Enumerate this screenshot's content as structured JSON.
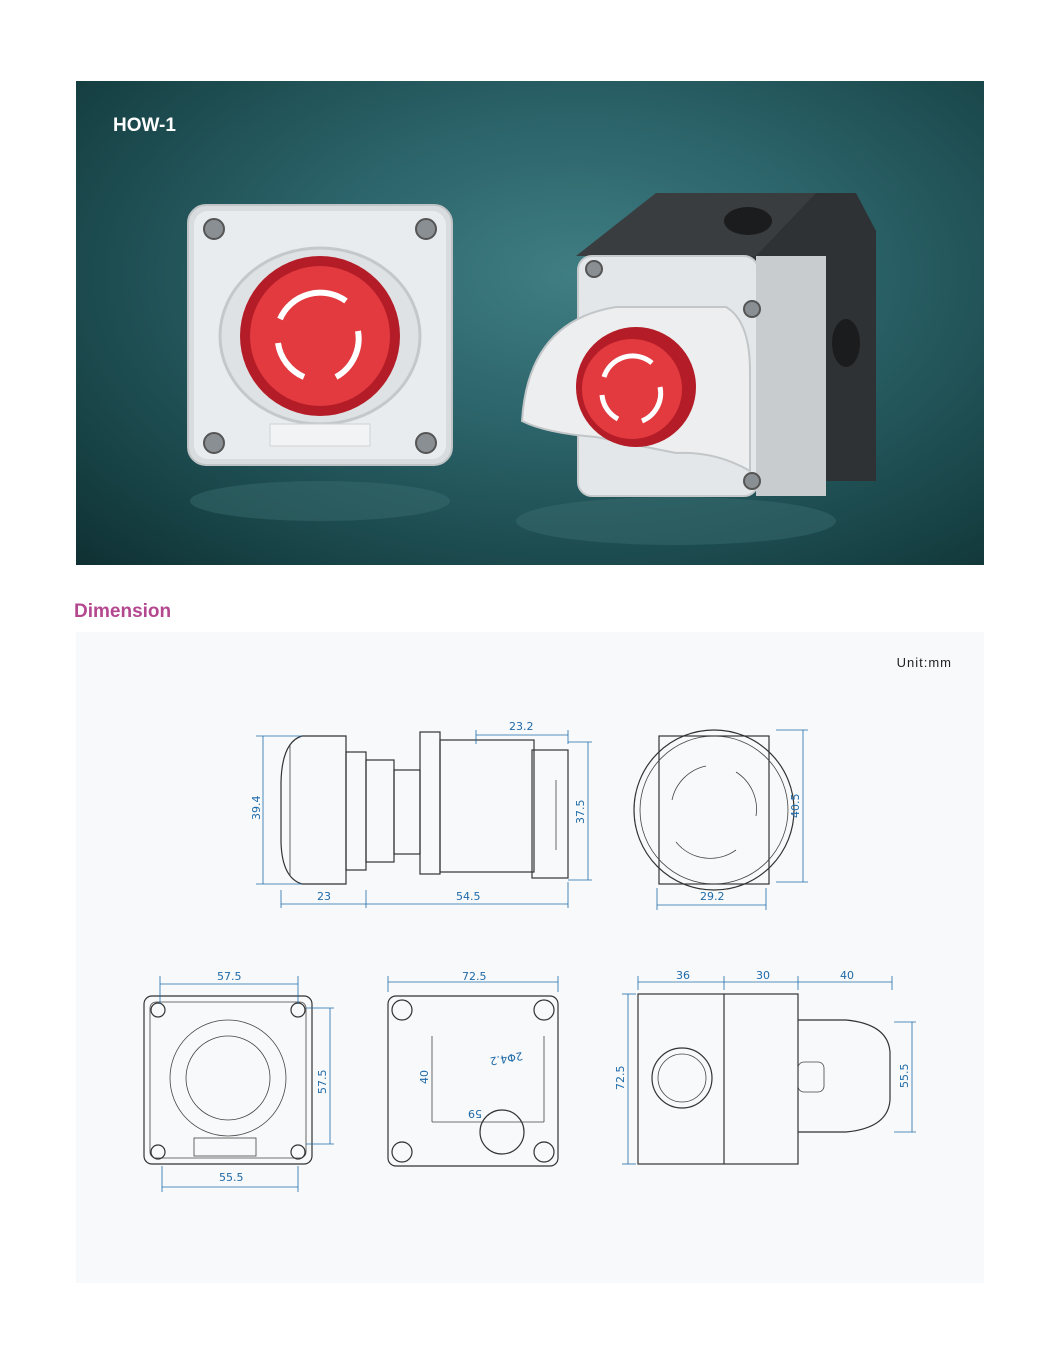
{
  "hero": {
    "model": "HOW-1"
  },
  "section": {
    "title": "Dimension"
  },
  "unit": "Unit:mm",
  "top_views": {
    "side_height": "39.4",
    "side_head_length": "23",
    "side_body_length": "54.5",
    "side_block_width": "23.2",
    "side_block_height": "37.5",
    "front_width": "29.2",
    "front_height": "40.5"
  },
  "bottom_views": {
    "box_front_width": "57.5",
    "box_front_height": "57.5",
    "box_front_base": "55.5",
    "box_back_width": "72.5",
    "box_back_vertical": "40",
    "box_back_horizontal": "59",
    "box_back_holes": "2Φ4.2",
    "box_side_a": "36",
    "box_side_b": "30",
    "box_side_c": "40",
    "box_side_height": "72.5",
    "box_side_guard": "55.5"
  }
}
